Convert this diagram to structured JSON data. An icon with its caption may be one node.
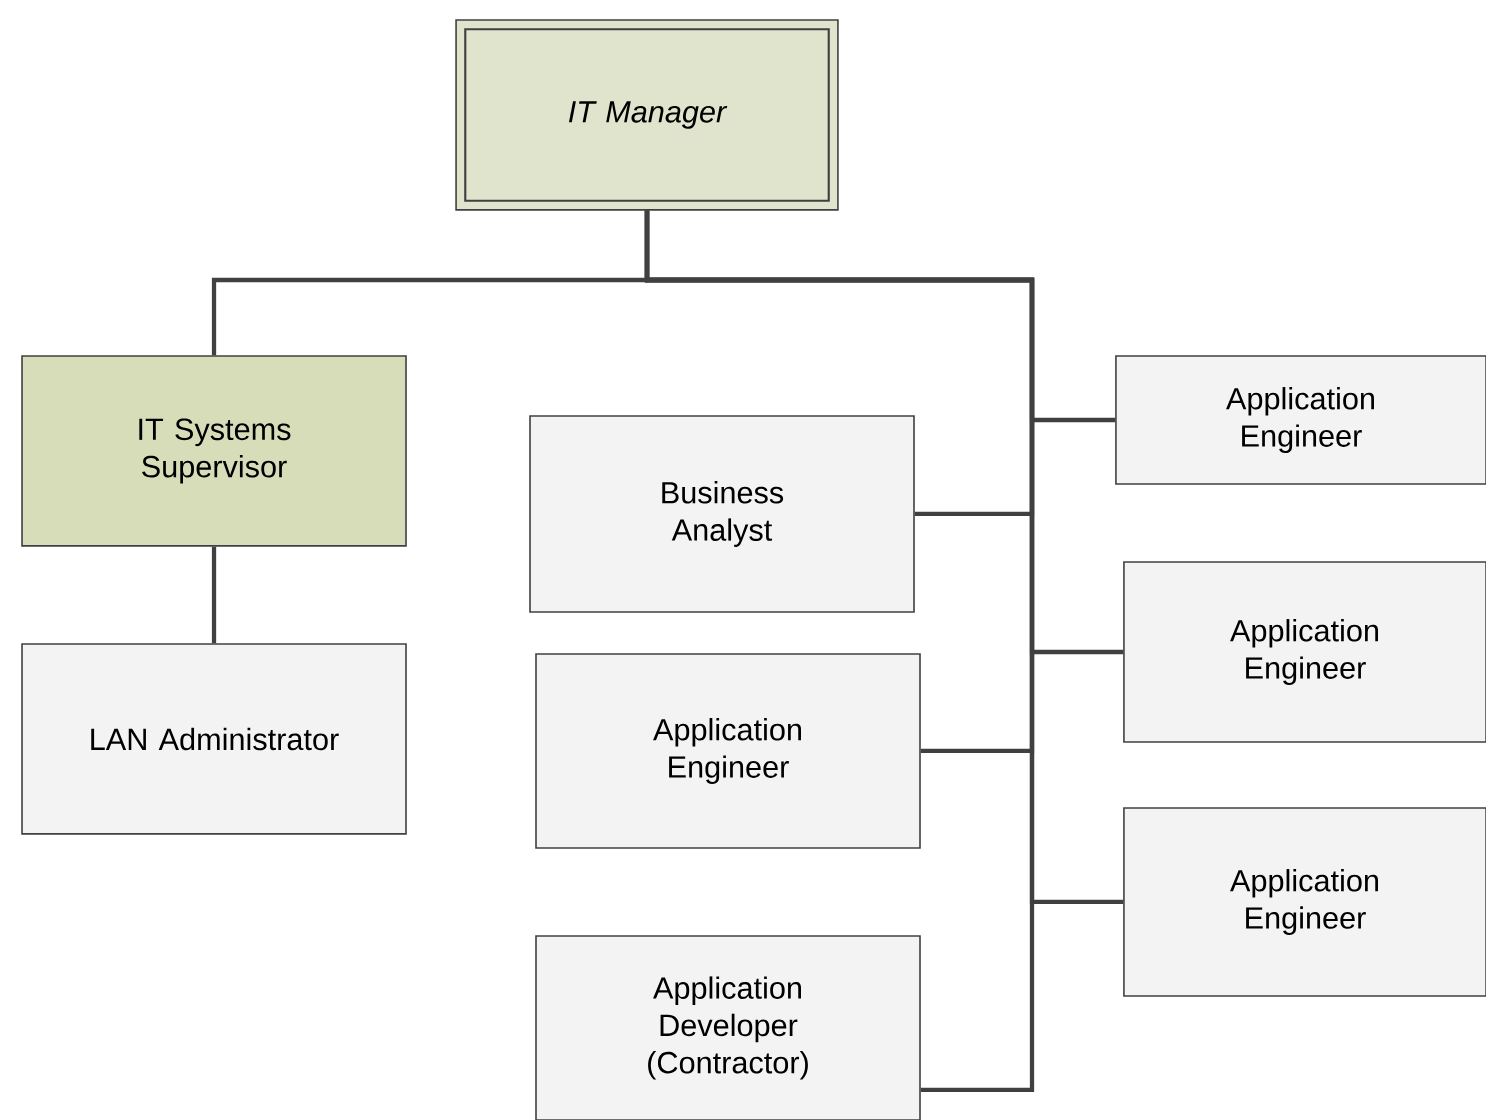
{
  "diagram": {
    "nodes": [
      {
        "text": [
          "IT Manager"
        ]
      },
      {
        "text": [
          "IT Systems Supervisor"
        ]
      },
      {
        "text": [
          "Application Engineer"
        ]
      },
      {
        "text": [
          "Business Analyst"
        ]
      },
      {
        "text": [
          "Application Engineer"
        ]
      },
      {
        "text": [
          "LAN Administrator"
        ]
      },
      {
        "text": [
          "Application Engineer"
        ]
      },
      {
        "text": [
          "Application Engineer"
        ]
      },
      {
        "text": [
          "Application Developer (Contractor)"
        ]
      }
    ],
    "edges": [
      {
        "from": 0,
        "to": 1,
        "arrow": "none"
      },
      {
        "from": 0,
        "to": 2,
        "arrow": "none"
      },
      {
        "from": 0,
        "to": 3,
        "arrow": "none"
      },
      {
        "from": 0,
        "to": 4,
        "arrow": "none"
      },
      {
        "from": 1,
        "to": 5,
        "arrow": "none"
      },
      {
        "from": 0,
        "to": 6,
        "arrow": "none"
      },
      {
        "from": 0,
        "to": 7,
        "arrow": "none"
      },
      {
        "from": 0,
        "to": 8,
        "arrow": "none"
      }
    ]
  }
}
